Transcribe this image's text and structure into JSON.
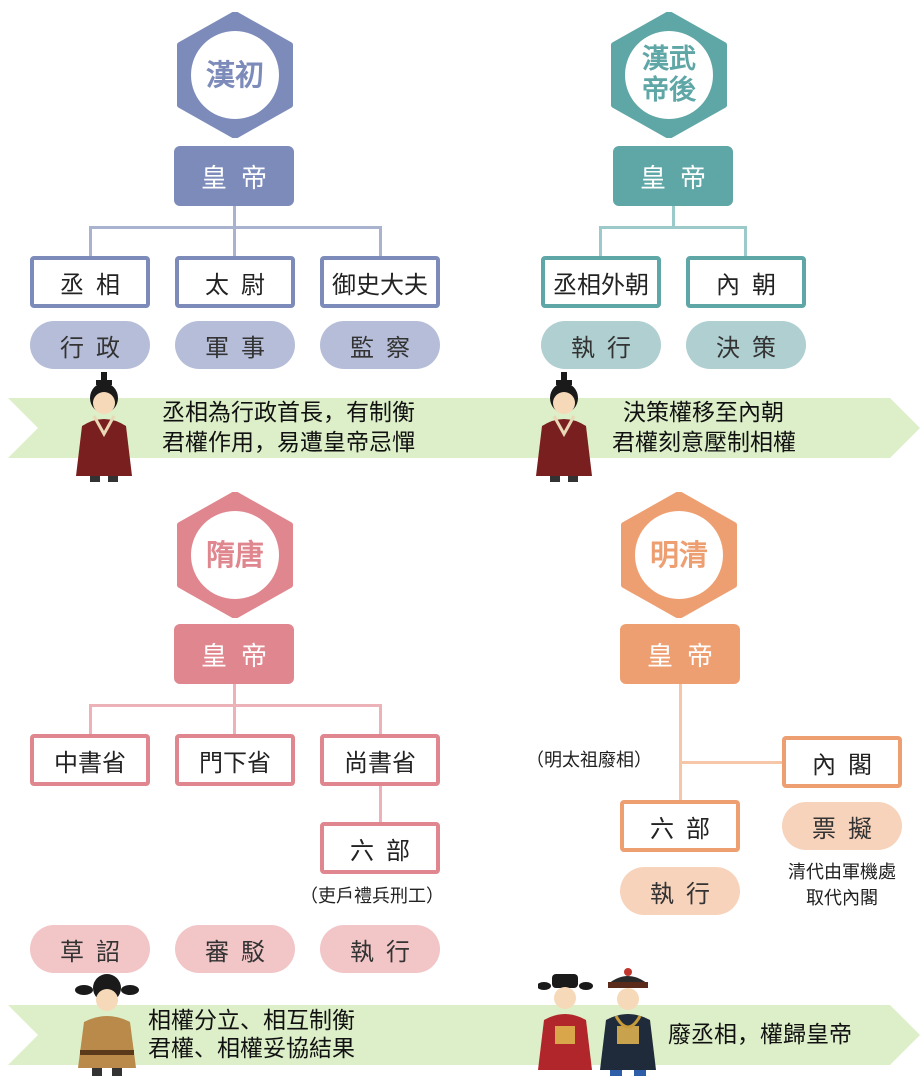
{
  "colors": {
    "han_early": "#7C8BBA",
    "han_wu": "#5FA6A6",
    "sui_tang": "#E0868E",
    "ming_qing": "#EE9F72",
    "banner": "#DDEFC8"
  },
  "panels": {
    "han_early": {
      "period": "漢初",
      "emperor": "皇帝",
      "offices": [
        "丞相",
        "太尉",
        "御史大夫"
      ],
      "roles": [
        "行政",
        "軍事",
        "監察"
      ],
      "caption_lines": [
        "丞相為行政首長，有制衡",
        "君權作用，易遭皇帝忌憚"
      ]
    },
    "han_wu": {
      "period_lines": [
        "漢武",
        "帝後"
      ],
      "emperor": "皇帝",
      "offices": [
        "丞相外朝",
        "內朝"
      ],
      "roles": [
        "執行",
        "決策"
      ],
      "caption_lines": [
        "決策權移至內朝",
        "君權刻意壓制相權"
      ]
    },
    "sui_tang": {
      "period": "隋唐",
      "emperor": "皇帝",
      "offices": [
        "中書省",
        "門下省",
        "尚書省"
      ],
      "sub_office": "六部",
      "sub_note": "（吏戶禮兵刑工）",
      "roles": [
        "草詔",
        "審駁",
        "執行"
      ],
      "caption_lines": [
        "相權分立、相互制衡",
        "君權、相權妥協結果"
      ]
    },
    "ming_qing": {
      "period": "明清",
      "emperor": "皇帝",
      "note_left": "（明太祖廢相）",
      "office_right": "內閣",
      "office_right_role": "票擬",
      "right_note_lines": [
        "清代由軍機處",
        "取代內閣"
      ],
      "office_bottom": "六部",
      "office_bottom_role": "執行",
      "caption": "廢丞相，權歸皇帝"
    }
  }
}
